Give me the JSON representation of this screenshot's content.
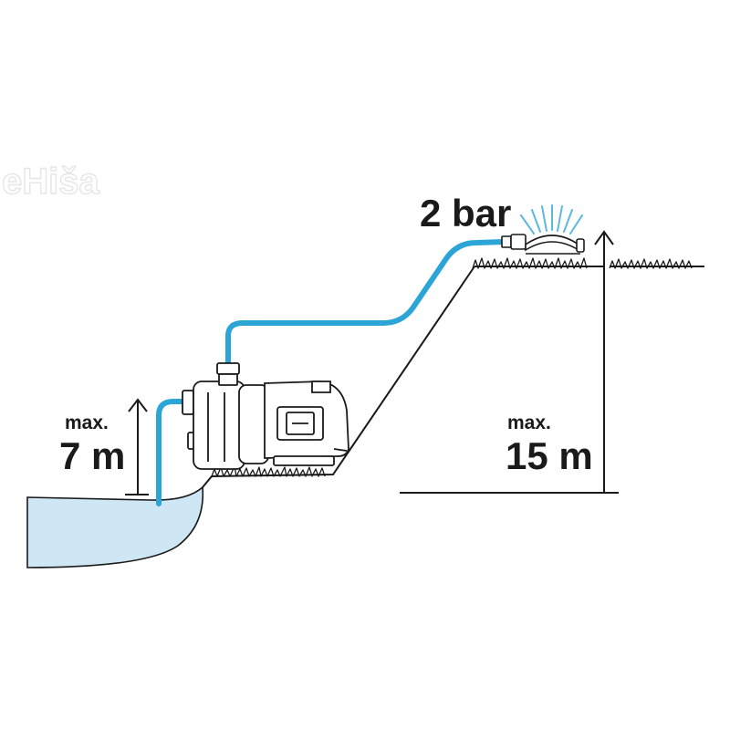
{
  "watermark": "eHiša",
  "labels": {
    "pressure": "2 bar",
    "suction_prefix": "max.",
    "suction_value": "7 m",
    "head_prefix": "max.",
    "head_value": "15 m"
  },
  "colors": {
    "hose": "#2aa5d6",
    "water": "#cfe6f4",
    "line": "#1a1a1a",
    "spray": "#5bb8e0"
  },
  "icons": [
    "pump-icon",
    "sprinkler-icon",
    "grass-icon",
    "arrow-up-icon"
  ]
}
